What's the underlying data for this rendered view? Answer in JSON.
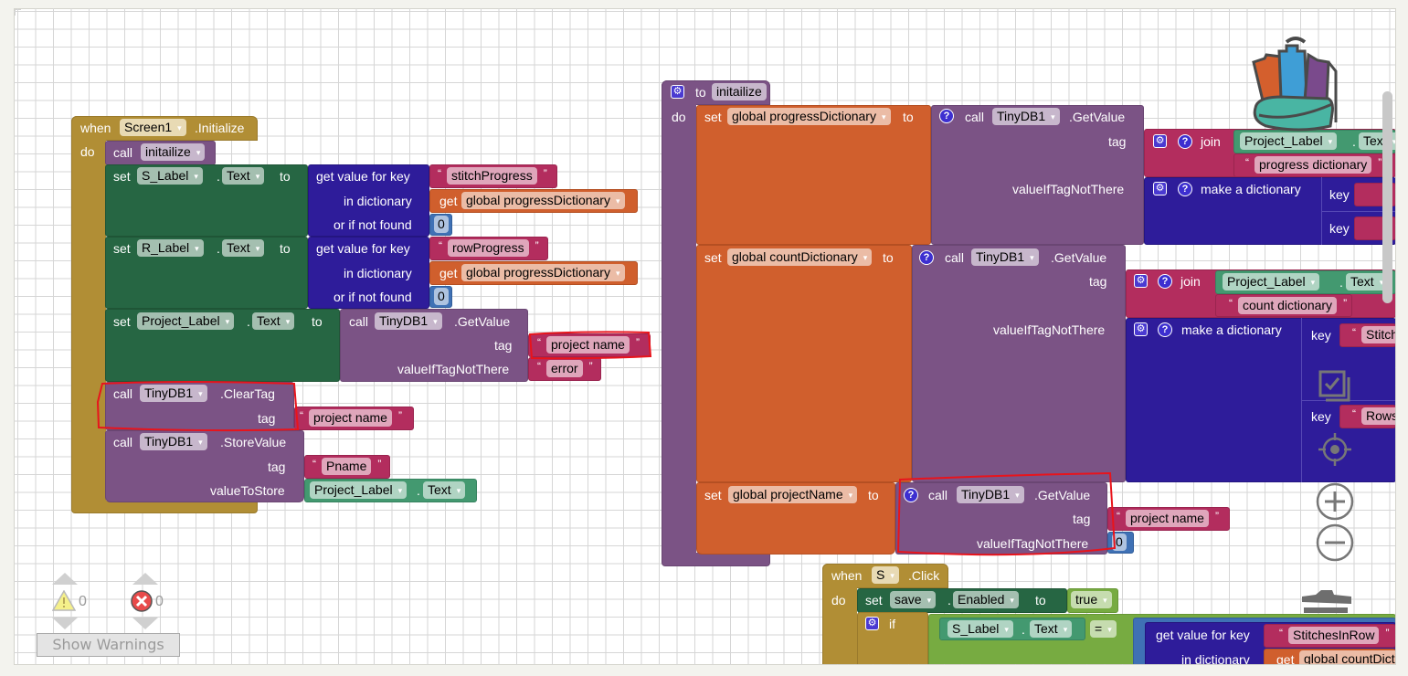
{
  "screen_initialize": {
    "when": "when",
    "component": "Screen1",
    "event": ".Initialize",
    "do": "do",
    "call_initialize": {
      "keyword": "call",
      "procedure": "initailize"
    },
    "set_s_label": {
      "keyword": "set",
      "component": "S_Label",
      "dot": ".",
      "property": "Text",
      "to": "to",
      "lookup": {
        "label_key": "get value for key",
        "label_dict": "in dictionary",
        "label_notfound": "or if not found",
        "key": "stitchProgress",
        "get": "get",
        "dict_var": "global progressDictionary",
        "default": "0"
      }
    },
    "set_r_label": {
      "keyword": "set",
      "component": "R_Label",
      "dot": ".",
      "property": "Text",
      "to": "to",
      "lookup": {
        "label_key": "get value for key",
        "label_dict": "in dictionary",
        "label_notfound": "or if not found",
        "key": "rowProgress",
        "get": "get",
        "dict_var": "global progressDictionary",
        "default": "0"
      }
    },
    "set_project_label": {
      "keyword": "set",
      "component": "Project_Label",
      "dot": ".",
      "property": "Text",
      "to": "to",
      "call": {
        "keyword": "call",
        "component": "TinyDB1",
        "method": ".GetValue",
        "label_tag": "tag",
        "label_default": "valueIfTagNotThere",
        "tag": "project name",
        "default": "error"
      }
    },
    "clear_tag": {
      "keyword": "call",
      "component": "TinyDB1",
      "method": ".ClearTag",
      "label_tag": "tag",
      "tag": "project name"
    },
    "store_value": {
      "keyword": "call",
      "component": "TinyDB1",
      "method": ".StoreValue",
      "label_tag": "tag",
      "label_value": "valueToStore",
      "tag": "Pname",
      "value_component": "Project_Label",
      "dot": ".",
      "value_property": "Text"
    }
  },
  "procedure_initialize": {
    "to": "to",
    "name": "initailize",
    "do": "do",
    "set_progress": {
      "keyword": "set",
      "variable": "global progressDictionary",
      "to": "to",
      "call": {
        "keyword": "call",
        "component": "TinyDB1",
        "method": ".GetValue",
        "label_tag": "tag",
        "label_default": "valueIfTagNotThere"
      },
      "join": {
        "label": "join",
        "component": "Project_Label",
        "dot": ".",
        "property": "Text",
        "text": "progress dictionary"
      },
      "make_dict": {
        "label": "make a dictionary",
        "key_label": "key"
      }
    },
    "set_count": {
      "keyword": "set",
      "variable": "global countDictionary",
      "to": "to",
      "call": {
        "keyword": "call",
        "component": "TinyDB1",
        "method": ".GetValue",
        "label_tag": "tag",
        "label_default": "valueIfTagNotThere"
      },
      "join": {
        "label": "join",
        "component": "Project_Label",
        "dot": ".",
        "property": "Text",
        "text": "count dictionary"
      },
      "make_dict": {
        "label": "make a dictionary",
        "key_label": "key",
        "key1": "Stitch",
        "key2": "Rows"
      }
    },
    "set_project_name": {
      "keyword": "set",
      "variable": "global projectName",
      "to": "to",
      "call": {
        "keyword": "call",
        "component": "TinyDB1",
        "method": ".GetValue",
        "label_tag": "tag",
        "label_default": "valueIfTagNotThere",
        "tag": "project name",
        "default": "0"
      }
    }
  },
  "s_click": {
    "when": "when",
    "component": "S",
    "event": ".Click",
    "do": "do",
    "set_save": {
      "keyword": "set",
      "component": "save",
      "dot": ".",
      "property": "Enabled",
      "to": "to",
      "value": "true"
    },
    "if": {
      "keyword": "if",
      "left_component": "S_Label",
      "dot": ".",
      "left_property": "Text",
      "operator": "=",
      "label_key": "get value for key",
      "label_dict": "in dictionary",
      "key": "StitchesInRow",
      "get": "get",
      "dict_var": "global countDict"
    }
  },
  "warnings": {
    "warning_count": "0",
    "error_count": "0",
    "show_warnings_label": "Show Warnings"
  },
  "colors": {
    "event": "#b18e35",
    "procedure": "#7b5385",
    "setter": "#266643",
    "dictionary": "#2e1c9a",
    "text": "#b32d5e",
    "variable": "#d05f2d",
    "number": "#3f71b5",
    "getter": "#439970",
    "logic": "#77ab41",
    "annotation": "#e8141c"
  }
}
